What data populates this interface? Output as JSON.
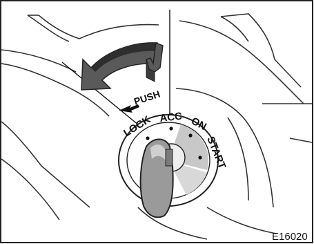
{
  "figure": {
    "push_label": "PUSH",
    "positions": {
      "lock": "LOCK",
      "acc": "ACC",
      "on": "ON",
      "start": "START"
    },
    "figure_code": "E16020"
  },
  "colors": {
    "line": "#222222",
    "arrow_fill": "#5a5a5a",
    "key_fill": "#9a9a9a",
    "shade": "#c8c8c8",
    "background": "#ffffff"
  }
}
